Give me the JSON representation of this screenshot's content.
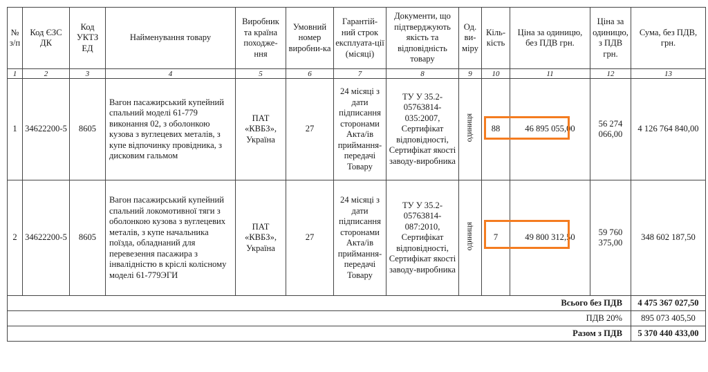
{
  "headers": [
    "№ з/п",
    "Код ЄЗС ДК",
    "Код УКТЗ ЕД",
    "Найменування товару",
    "Виробник та країна походже-ння",
    "Умовний номер виробни-ка",
    "Гарантій-ний строк експлуата-ції (місяці)",
    "Документи, що підтверджують якість та відповідність товару",
    "Од. ви-міру",
    "Кіль-кість",
    "Ціна за одиницю, без ПДВ грн.",
    "Ціна за одиницю, з ПДВ грн.",
    "Сума, без ПДВ, грн."
  ],
  "col_numbers": [
    "1",
    "2",
    "3",
    "4",
    "5",
    "6",
    "7",
    "8",
    "9",
    "10",
    "11",
    "12",
    "13"
  ],
  "rows": [
    {
      "no": "1",
      "cpv": "34622200-5",
      "uktzed": "8605",
      "name": "Вагон пасажирський купейний спальний моделі 61-779 виконання 02, з оболонкою кузова з вуглецевих металів, з купе відпочинку провідника, з дисковим гальмом",
      "maker": "ПАТ «КВБЗ», Україна",
      "num": "27",
      "warranty": "24 місяці з дати підписання сторонами Акта/ів приймання-передачі Товару",
      "docs": "ТУ У 35.2-05763814-035:2007, Сертифікат відповідності, Сертифікат якості заводу-виробника",
      "unit": "одиниця",
      "qty": "88",
      "price": "46 895 055,00",
      "price_vat": "56 274 066,00",
      "sum": "4 126 764 840,00"
    },
    {
      "no": "2",
      "cpv": "34622200-5",
      "uktzed": "8605",
      "name": "Вагон пасажирський купейний спальний локомотивної тяги з оболонкою кузова з вуглецевих металів, з купе начальника поїзда, обладнаний для перевезення пасажира з інвалідністю в кріслі колісному моделі 61-779ЭГИ",
      "maker": "ПАТ «КВБЗ», Україна",
      "num": "27",
      "warranty": "24 місяці з дати підписання сторонами Акта/ів приймання-передачі Товару",
      "docs": "ТУ У 35.2-05763814-087:2010, Сертифікат відповідності, Сертифікат якості заводу-виробника",
      "unit": "одиниця",
      "qty": "7",
      "price": "49 800 312,50",
      "price_vat": "59 760 375,00",
      "sum": "348 602 187,50"
    }
  ],
  "totals": [
    {
      "label": "Всього без ПДВ",
      "value": "4 475 367 027,50"
    },
    {
      "label": "ПДВ 20%",
      "value": "895 073 405,50"
    },
    {
      "label": "Разом з ПДВ",
      "value": "5 370 440 433,00"
    }
  ],
  "highlight_color": "#f47c20"
}
